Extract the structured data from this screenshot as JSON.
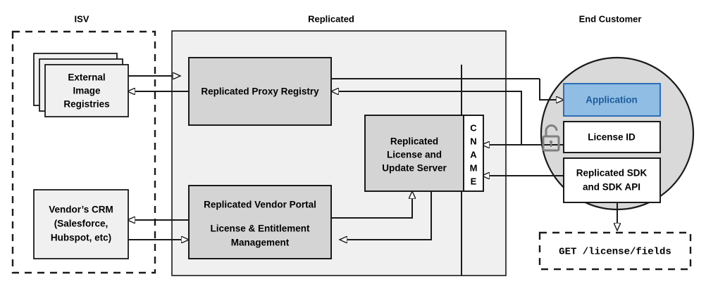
{
  "diagram": {
    "title_isv": "ISV",
    "title_replicated": "Replicated",
    "title_end_customer": "End Customer",
    "colors": {
      "stroke": "#1a1a1a",
      "group_fill": "#f0f0f0",
      "node_fill": "#d4d4d4",
      "light_node_fill": "#f0f0f0",
      "circle_fill": "#d9d9d9",
      "application_fill": "#8FBDE3",
      "application_stroke": "#2C6FB5",
      "application_text": "#1F5C9E",
      "white": "#ffffff",
      "lock_color": "#808080"
    }
  },
  "isv": {
    "boundary": "dashed-region",
    "external_registries": {
      "line1": "External",
      "line2": "Image",
      "line3": "Registries"
    },
    "vendor_crm": {
      "line1": "Vendor’s CRM",
      "line2": "(Salesforce,",
      "line3": "Hubspot, etc)"
    }
  },
  "replicated": {
    "proxy_registry": {
      "label": "Replicated Proxy Registry"
    },
    "license_update_server": {
      "line1": "Replicated",
      "line2": "License and",
      "line3": "Update Server",
      "cname": [
        "C",
        "N",
        "A",
        "M",
        "E"
      ],
      "cname_label": "CNAME"
    },
    "vendor_portal": {
      "line1": "Replicated Vendor Portal",
      "line2": "License & Entitlement",
      "line3": "Management"
    }
  },
  "end_customer": {
    "application": {
      "label": "Application"
    },
    "license_id": {
      "label": "License ID"
    },
    "sdk": {
      "line1": "Replicated SDK",
      "line2": "and SDK API"
    },
    "lock_icon": "unlocked-padlock-icon",
    "api_call": {
      "label": "GET /license/fields"
    }
  }
}
